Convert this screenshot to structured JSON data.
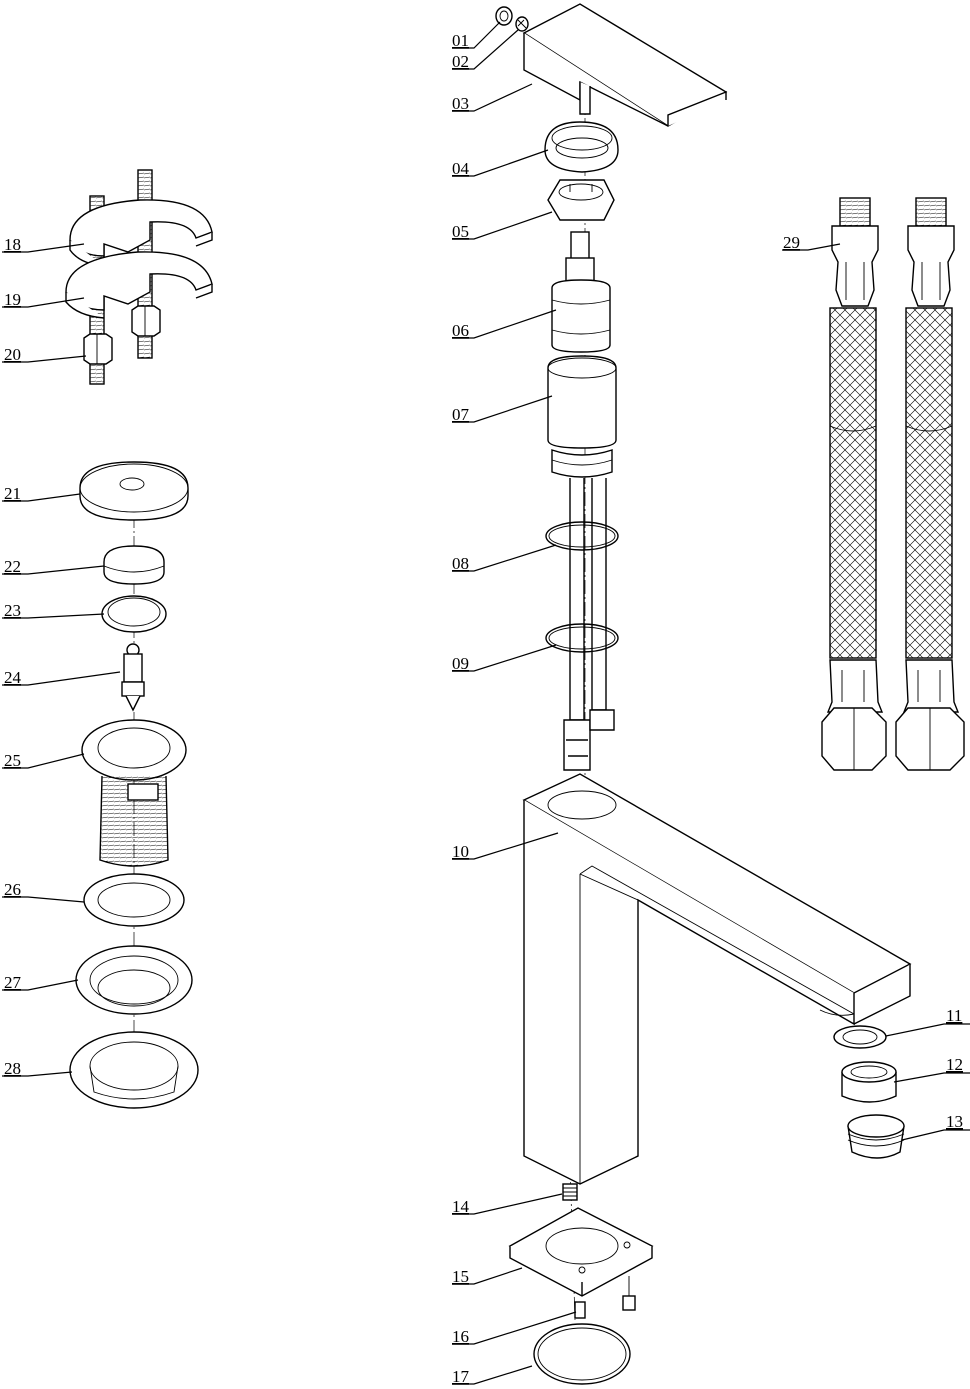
{
  "callouts": [
    {
      "id": "01",
      "text": "01"
    },
    {
      "id": "02",
      "text": "02"
    },
    {
      "id": "03",
      "text": "03"
    },
    {
      "id": "04",
      "text": "04"
    },
    {
      "id": "05",
      "text": "05"
    },
    {
      "id": "06",
      "text": "06"
    },
    {
      "id": "07",
      "text": "07"
    },
    {
      "id": "08",
      "text": "08"
    },
    {
      "id": "09",
      "text": "09"
    },
    {
      "id": "10",
      "text": "10"
    },
    {
      "id": "11",
      "text": "11"
    },
    {
      "id": "12",
      "text": "12"
    },
    {
      "id": "13",
      "text": "13"
    },
    {
      "id": "14",
      "text": "14"
    },
    {
      "id": "15",
      "text": "15"
    },
    {
      "id": "16",
      "text": "16"
    },
    {
      "id": "17",
      "text": "17"
    },
    {
      "id": "18",
      "text": "18"
    },
    {
      "id": "19",
      "text": "19"
    },
    {
      "id": "20",
      "text": "20"
    },
    {
      "id": "21",
      "text": "21"
    },
    {
      "id": "22",
      "text": "22"
    },
    {
      "id": "23",
      "text": "23"
    },
    {
      "id": "24",
      "text": "24"
    },
    {
      "id": "25",
      "text": "25"
    },
    {
      "id": "26",
      "text": "26"
    },
    {
      "id": "27",
      "text": "27"
    },
    {
      "id": "28",
      "text": "28"
    },
    {
      "id": "29",
      "text": "29"
    }
  ]
}
